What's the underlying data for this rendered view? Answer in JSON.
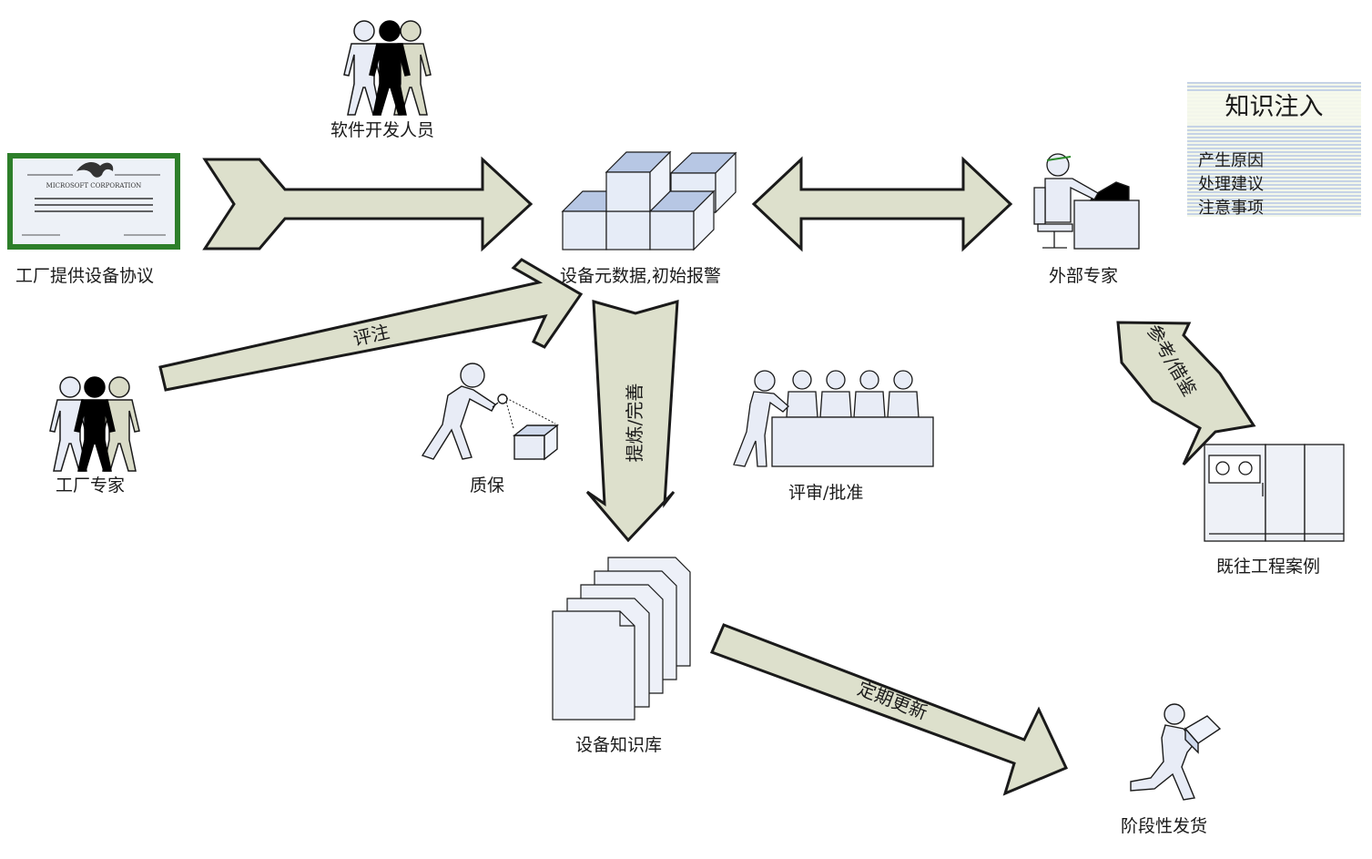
{
  "nodes": {
    "software_devs": "软件开发人员",
    "factory_protocol": "工厂提供设备协议",
    "metadata": "设备元数据,初始报警",
    "external_expert": "外部专家",
    "factory_expert": "工厂专家",
    "qa": "质保",
    "review": "评审/批准",
    "past_cases": "既往工程案例",
    "knowledge_base": "设备知识库",
    "shipment": "阶段性发货"
  },
  "certificate_text": "MICROSOFT CORPORATION",
  "arrows": {
    "annotate": "评注",
    "refine": "提炼/完善",
    "reference": "参考/借鉴",
    "update": "定期更新"
  },
  "knowledge_panel": {
    "title": "知识注入",
    "items": [
      "产生原因",
      "处理建议",
      "注意事项"
    ]
  },
  "colors": {
    "arrow_fill": "#dde0cc",
    "outline": "#1a1a1a",
    "shape_fill": "#e6ecf7",
    "cube_top": "#b7c7e4",
    "certificate_border": "#2d7f2a"
  }
}
